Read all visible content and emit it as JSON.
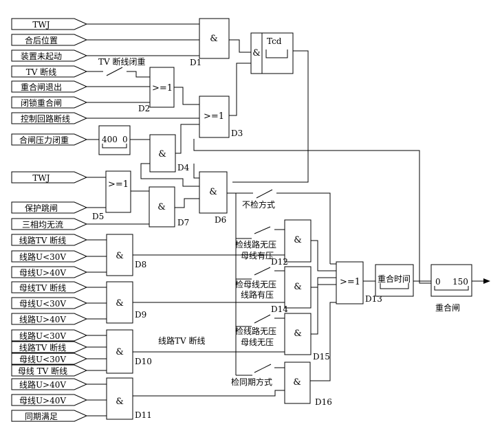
{
  "inputs": {
    "twj_1": "TWJ",
    "hehou_weizhi": "合后位置",
    "zhuangzhi_weiqidong": "装置未起动",
    "tv_duanxian": "TV 断线",
    "chonghezha_tuichu": "重合闸退出",
    "bisuo_chonghezha": "闭锁重合闸",
    "kongzhi_huilu_duanxian": "控制回路断线",
    "hezha_yali_bichong": "合闸压力闭重",
    "twj_2": "TWJ",
    "baohu_tiaozha": "保护跳闸",
    "sanxiang_wuliu": "三相均无流",
    "xianlu_tv_duanxian_1": "线路TV 断线",
    "xianlu_u_lt_30v_1": "线路U<30V",
    "muxian_u_gt_40v_1": "母线U>40V",
    "muxian_tv_duanxian_1": "母线TV 断线",
    "muxian_u_lt_30v_1": "母线U<30V",
    "xianlu_u_gt_40v_1": "线路U>40V",
    "xianlu_u_lt_30v_2": "线路U<30V",
    "xianlu_tv_duanxian_2": "线路TV 断线",
    "muxian_u_lt_30v_2": "母线U<30V",
    "muxian_tv_duanxian_2": "母线 TV 断线",
    "xianlu_u_gt_40v_2": "线路U>40V",
    "muxian_u_gt_40v_2": "母线U>40V",
    "tongqi_manzu": "同期满足"
  },
  "gates": {
    "and_symbol": "&",
    "or_symbol": ">=1",
    "d1": "D1",
    "d2": "D2",
    "d3": "D3",
    "d4": "D4",
    "d5": "D5",
    "d6": "D6",
    "d7": "D7",
    "d8": "D8",
    "d9": "D9",
    "d10": "D10",
    "d11": "D11",
    "d12": "D12",
    "d13": "D13",
    "d14": "D14",
    "d15": "D15",
    "d16": "D16"
  },
  "timers": {
    "tcd_label": "Tcd",
    "pressure_delay_start": "400",
    "pressure_delay_end": "0",
    "reclose_time_label": "重合时间",
    "reclose_pulse_start": "0",
    "reclose_pulse_end": "150"
  },
  "switches": {
    "tv_duanxian_bichong": "TV 断线闭重",
    "bujian_fangshi": "不检方式",
    "jian_xianlu_wuya_line1": "检线路无压",
    "jian_xianlu_wuya_line2": "母线有压",
    "jian_muxian_wuya_line1": "检母线无压",
    "jian_muxian_wuya_line2": "线路有压",
    "jian_xianlu_muxian_wuya_line1": "检线路无压",
    "jian_xianlu_muxian_wuya_line2": "母线无压",
    "jian_tongqi_fangshi": "检同期方式"
  },
  "annotations": {
    "xianlu_tv_duanxian_mid": "线路TV 断线"
  },
  "output": {
    "chonghezha": "重合闸"
  }
}
